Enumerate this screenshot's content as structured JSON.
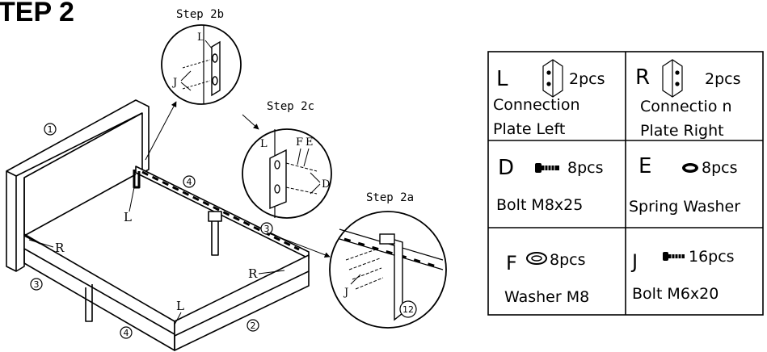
{
  "title": "TEP 2",
  "steps": {
    "s2a": "Step 2a",
    "s2b": "Step 2b",
    "s2c": "Step 2c"
  },
  "callouts": {
    "L1": "L",
    "J1": "J",
    "L2": "L",
    "F": "F",
    "E": "E",
    "D": "D",
    "J2": "J",
    "L3": "L",
    "R1": "R",
    "R2": "R",
    "L4": "L"
  },
  "part_numbers": {
    "n1": "1",
    "n2": "2",
    "n3a": "3",
    "n3b": "3",
    "n4a": "4",
    "n4b": "4",
    "n12": "12"
  },
  "parts_table": [
    {
      "code": "L",
      "qty": "2pcs",
      "name_line1": "Connection",
      "name_line2": "Plate Left",
      "icon": "connection-plate-icon"
    },
    {
      "code": "R",
      "qty": "2pcs",
      "name_line1": "Connectio n",
      "name_line2": "Plate Right",
      "icon": "connection-plate-icon"
    },
    {
      "code": "D",
      "qty": "8pcs",
      "name": "Bolt M8x25",
      "icon": "bolt-icon"
    },
    {
      "code": "E",
      "qty": "8pcs",
      "name": "Spring Washer",
      "icon": "spring-washer-icon"
    },
    {
      "code": "F",
      "qty": "8pcs",
      "name": "Washer M8",
      "icon": "washer-icon"
    },
    {
      "code": "J",
      "qty": "16pcs",
      "name": "Bolt M6x20",
      "icon": "bolt-icon"
    }
  ]
}
